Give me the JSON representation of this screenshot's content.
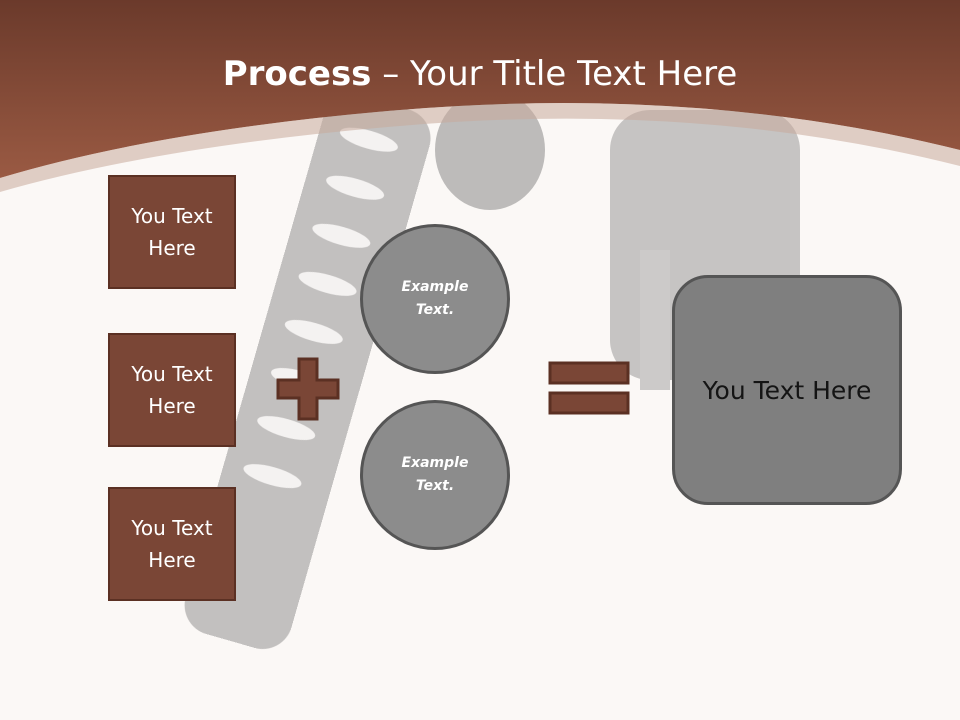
{
  "title": {
    "bold": "Process",
    "rest": " – Your Title Text Here"
  },
  "boxes": [
    {
      "label": "You Text Here"
    },
    {
      "label": "You Text Here"
    },
    {
      "label": "You Text Here"
    }
  ],
  "circles": [
    {
      "label": "Example Text."
    },
    {
      "label": "Example Text."
    }
  ],
  "result": {
    "label": "You Text Here"
  },
  "colors": {
    "header": "#7d4535",
    "box_fill": "#7a4636",
    "circle_fill": "#8c8c8c",
    "result_fill": "#7f7f7f",
    "background": "#fbf8f6"
  }
}
